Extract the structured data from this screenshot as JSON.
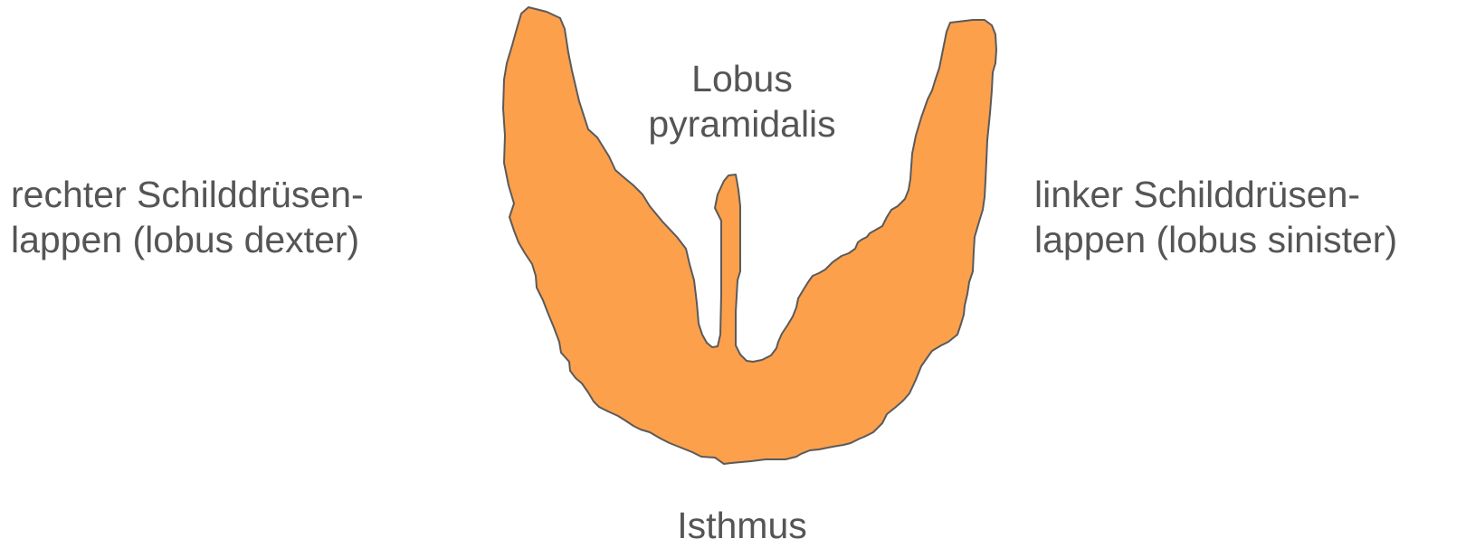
{
  "colors": {
    "gland_fill": "#FCA04C",
    "gland_outline": "#5A5A5A",
    "text": "#555555",
    "background": "#FFFFFF"
  },
  "labels": {
    "right_lobe": [
      "rechter Schilddrüsen-",
      "lappen (lobus dexter)"
    ],
    "left_lobe": [
      "linker Schilddrüsen-",
      "lappen (lobus sinister)"
    ],
    "pyramidal_lobe": [
      "Lobus",
      "pyramidalis"
    ],
    "isthmus": "Isthmus"
  }
}
